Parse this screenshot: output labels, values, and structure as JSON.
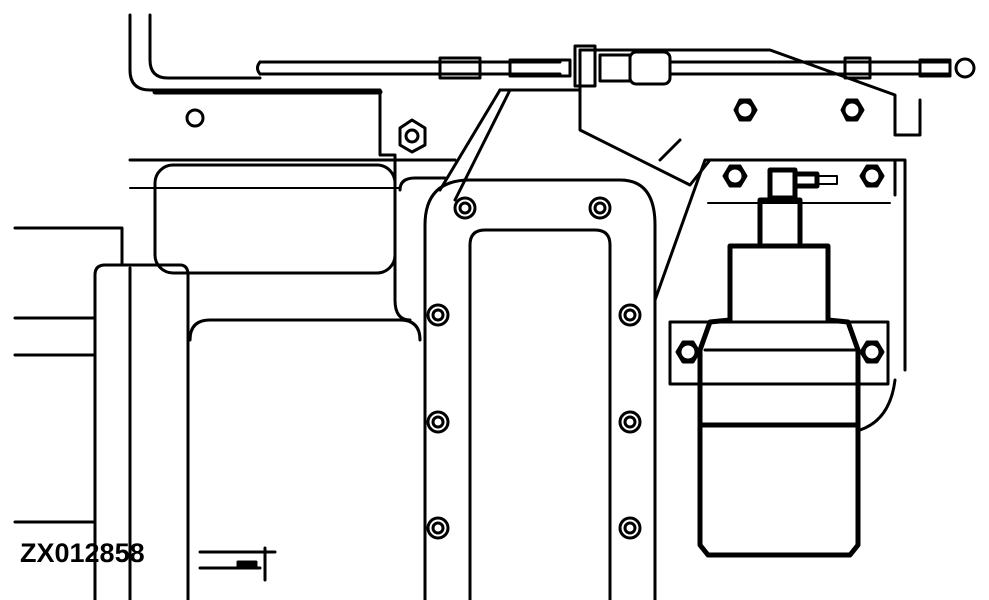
{
  "figure": {
    "id_label": "ZX012858",
    "type": "technical line drawing",
    "subject": "engine side with bracket-mounted cylindrical component, control cable and bolted cover plate",
    "colors": {
      "line": "#000000",
      "background": "#ffffff"
    }
  }
}
